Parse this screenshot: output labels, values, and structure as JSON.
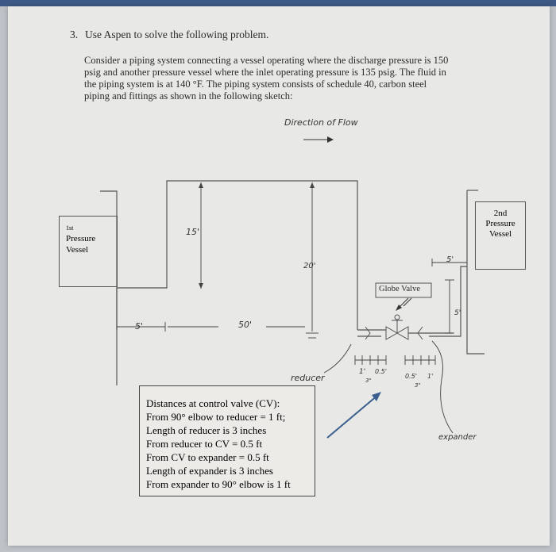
{
  "problem": {
    "number": "3.",
    "heading": "Use Aspen to solve the following problem.",
    "paragraph_lines": [
      "Consider a piping system connecting a vessel operating where the discharge pressure is 150",
      "psig and another pressure vessel where the inlet operating pressure is 135 psig. The fluid in",
      "the piping system is at 140 °F. The piping system consists of schedule 40, carbon steel",
      "piping and fittings as shown in the following sketch:"
    ]
  },
  "sketch": {
    "flow_label": "Direction of Flow",
    "vessel1": {
      "line1": "1st",
      "line2": "Pressure",
      "line3": "Vessel"
    },
    "vessel2": {
      "line1": "2nd",
      "line2": "Pressure",
      "line3": "Vessel"
    },
    "dimensions": {
      "d15": "15'",
      "d20": "20'",
      "d50": "50'",
      "d5_left": "5'",
      "d5_right": "5'",
      "d5_vertical": "5'",
      "d1": "1'",
      "d05a": "0.5'",
      "d3a": "3\"",
      "d05b": "0.5'",
      "d1b": "1'",
      "d3b": "3\""
    },
    "globe_valve_label": "Globe Valve",
    "reducer_label": "reducer",
    "expander_label": "expander"
  },
  "distances_box": {
    "lines": [
      "Distances at control valve (CV):",
      "From 90° elbow to reducer = 1 ft;",
      "Length of reducer is 3 inches",
      "From reducer to CV = 0.5 ft",
      "From CV to expander = 0.5 ft",
      "Length of expander is 3 inches",
      "From expander to 90° elbow is 1 ft"
    ]
  }
}
